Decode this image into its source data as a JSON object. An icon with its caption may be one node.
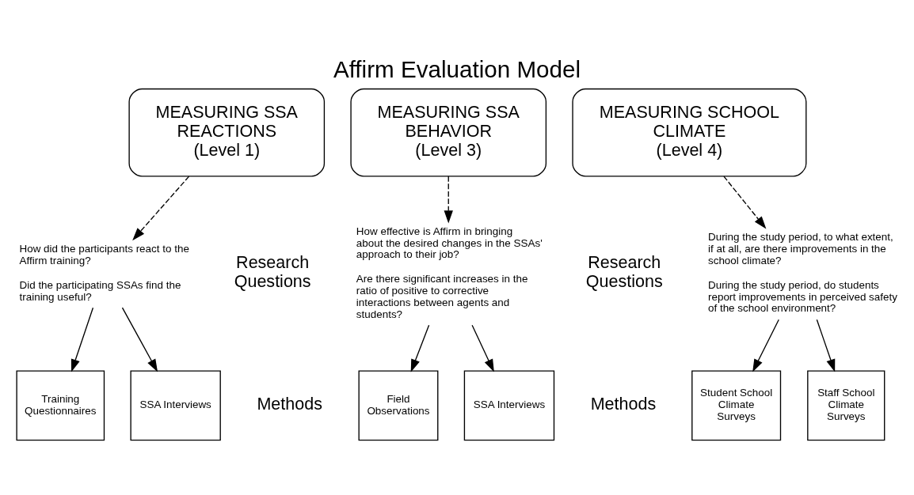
{
  "diagram": {
    "title": "Affirm Evaluation Model",
    "nodes": [
      {
        "text": [
          "MEASURING SSA REACTIONS",
          "(Level 1)"
        ]
      },
      {
        "text": [
          "MEASURING SSA BEHAVIOR",
          "(Level 3)"
        ]
      },
      {
        "text": [
          "MEASURING SCHOOL CLIMATE",
          "(Level 4)"
        ]
      },
      {
        "text": [
          "How did the participants react to the Affirm training?",
          "Did the participating SSAs find the training useful?"
        ]
      },
      {
        "text": [
          "How effective is Affirm in bringing about the desired changes in the SSAs' approach to their job?",
          "Are there significant increases in the ratio of positive to corrective interactions between agents and students?"
        ]
      },
      {
        "text": [
          "During the study period, to what extent, if at all, are there improvements in the school climate?",
          "During the study period, do students report improvements in perceived safety of the school environment?"
        ]
      },
      {
        "text": [
          "Training Questionnaires"
        ]
      },
      {
        "text": [
          "SSA Interviews"
        ]
      },
      {
        "text": [
          "Field Observations"
        ]
      },
      {
        "text": [
          "SSA Interviews"
        ]
      },
      {
        "text": [
          "Student School Climate Surveys"
        ]
      },
      {
        "text": [
          "Staff School Climate Surveys"
        ]
      }
    ],
    "edges": [
      {
        "from": 0,
        "to": 3,
        "arrow": "to",
        "style": "dashed"
      },
      {
        "from": 1,
        "to": 4,
        "arrow": "to",
        "style": "dashed"
      },
      {
        "from": 2,
        "to": 5,
        "arrow": "to",
        "style": "dashed"
      },
      {
        "from": 3,
        "to": 6,
        "arrow": "to"
      },
      {
        "from": 3,
        "to": 7,
        "arrow": "to"
      },
      {
        "from": 4,
        "to": 8,
        "arrow": "to"
      },
      {
        "from": 4,
        "to": 9,
        "arrow": "to"
      },
      {
        "from": 5,
        "to": 10,
        "arrow": "to"
      },
      {
        "from": 5,
        "to": 11,
        "arrow": "to"
      }
    ],
    "labels": [
      "Research Questions",
      "Research Questions",
      "Methods",
      "Methods"
    ]
  }
}
